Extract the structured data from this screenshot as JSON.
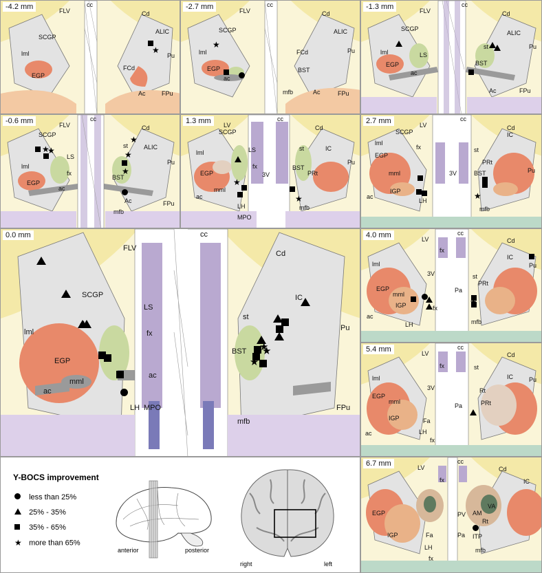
{
  "legend": {
    "title": "Y-BOCS improvement",
    "items": [
      {
        "shape": "circle",
        "label": "less than 25%"
      },
      {
        "shape": "triangle",
        "label": "25% - 35%"
      },
      {
        "shape": "square",
        "label": "35% - 65%"
      },
      {
        "shape": "star",
        "label": "more than 65%"
      }
    ]
  },
  "orientation": {
    "anterior": "anterior",
    "posterior": "posterior",
    "right": "right",
    "left": "left"
  },
  "colors": {
    "caudate": "#f4e9a8",
    "capsule": "#e3e3e3",
    "pallidus": "#e8896a",
    "bst": "#c9d9a0",
    "fornix": "#b9a9d0",
    "ventricle": "#ffffff",
    "commissure": "#9a9a9a"
  },
  "panels": [
    {
      "id": "p1",
      "level": "-4.2 mm",
      "labels": [
        "FLV",
        "cc",
        "Cd",
        "SCGP",
        "lml",
        "EGP",
        "ALIC",
        "FCd",
        "Pu",
        "Ac",
        "FPu"
      ]
    },
    {
      "id": "p2",
      "level": "-2.7 mm",
      "labels": [
        "FLV",
        "cc",
        "Cd",
        "SCGP",
        "lml",
        "EGP",
        "ac",
        "ALIC",
        "FCd",
        "BST",
        "Pu",
        "mfb",
        "Ac",
        "FPu"
      ]
    },
    {
      "id": "p3",
      "level": "-1.3 mm",
      "labels": [
        "FLV",
        "cc",
        "Cd",
        "SCGP",
        "lml",
        "EGP",
        "LS",
        "ac",
        "st",
        "ALIC",
        "BST",
        "Pu",
        "Ac",
        "FPu"
      ]
    },
    {
      "id": "p4",
      "level": "-0.6 mm",
      "labels": [
        "FLV",
        "cc",
        "Cd",
        "SCGP",
        "lml",
        "EGP",
        "LS",
        "fx",
        "ac",
        "st",
        "ALIC",
        "BST",
        "Pu",
        "Ac",
        "FPu",
        "mfb"
      ]
    },
    {
      "id": "p5",
      "level": "1.3 mm",
      "labels": [
        "LV",
        "cc",
        "Cd",
        "SCGP",
        "lml",
        "LS",
        "fx",
        "EGP",
        "mml",
        "3V",
        "ac",
        "LH",
        "MPO",
        "st",
        "IC",
        "Pu",
        "BST",
        "PRt",
        "mfb"
      ]
    },
    {
      "id": "p6",
      "level": "2.7 mm",
      "labels": [
        "LV",
        "cc",
        "Cd",
        "SCGP",
        "IC",
        "lml",
        "fx",
        "st",
        "EGP",
        "PRt",
        "mml",
        "BST",
        "Pu",
        "IGP",
        "3V",
        "ac",
        "LH",
        "mfb"
      ]
    },
    {
      "id": "p7",
      "level": "0.0 mm",
      "labels": [
        "FLV",
        "cc",
        "Cd",
        "SCGP",
        "IC",
        "LS",
        "st",
        "lml",
        "fx",
        "Pu",
        "EGP",
        "BST",
        "mml",
        "ac",
        "ac",
        "LH",
        "MPO",
        "mfb",
        "FPu"
      ]
    },
    {
      "id": "p8",
      "level": "4.0 mm",
      "labels": [
        "LV",
        "cc",
        "Cd",
        "fx",
        "IC",
        "lml",
        "3V",
        "Pu",
        "st",
        "EGP",
        "PRt",
        "mml",
        "Pa",
        "IGP",
        "fx",
        "ac",
        "LH",
        "mfb"
      ]
    },
    {
      "id": "p9",
      "level": "5.4 mm",
      "labels": [
        "LV",
        "cc",
        "Cd",
        "fx",
        "lml",
        "st",
        "IC",
        "3V",
        "Pu",
        "EGP",
        "Rt",
        "mml",
        "PRt",
        "IGP",
        "Fa",
        "Pa",
        "ac",
        "LH",
        "fx"
      ]
    },
    {
      "id": "p10",
      "level": "6.7 mm",
      "labels": [
        "LV",
        "cc",
        "Cd",
        "fx",
        "IC",
        "EGP",
        "PV",
        "AM",
        "VA",
        "IGP",
        "Fa",
        "Pa",
        "Rt",
        "ITP",
        "LH",
        "fx",
        "mfb"
      ]
    }
  ]
}
